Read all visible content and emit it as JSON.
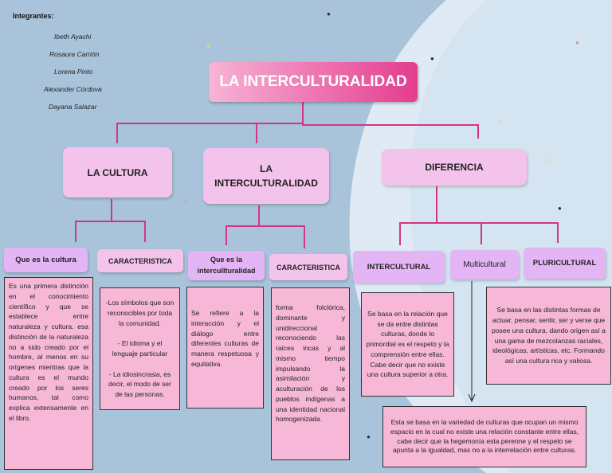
{
  "team": {
    "label": "Integrantes:",
    "members": [
      "Ibeth Ayachi",
      "Rosaura Carrión",
      "Lorena Pinto",
      "Alexander Córdova",
      "Dayana Salazar"
    ]
  },
  "title": "LA INTERCULTURALIDAD",
  "level1": {
    "cultura": "LA CULTURA",
    "interculturalidad": "LA INTERCULTURALIDAD",
    "diferencia": "DIFERENCIA"
  },
  "level2": {
    "que_es_cultura": "Que es la cultura",
    "caracteristica_1": "CARACTERISTICA",
    "que_es_interculturalidad": "Que es la intercullturalidad",
    "caracteristica_2": "CARACTERISTICA",
    "intercultural": "INTERCULTURAL",
    "multicultural": "Multicultural",
    "pluricultural": "PLURICULTURAL"
  },
  "descriptions": {
    "cultura": "Es una primera distinción en el conocimiento científico y que se establece entre naturaleza y cultura. esa distinción de la naturaleza no a sido creado por el hombre, al menos en su orígenes mientras que la cultura es el mundo creado por los seres humanos, tal como explica extensamente en el libro.",
    "caracteristica_1": "-Los símbolos que son reconocibles por toda la comunidad.\n\n- El idioma y el lenguaje particular\n\n- La idiosincrasia, es decir, el modo de ser de las personas.",
    "interculturalidad": "Se refiere a la interacción y el diálogo entre diferentes culturas de manera respetuosa y equitativa.",
    "caracteristica_2": "forma folclórica, dominante y unidireccional reconociendo las raíces incas y al mismo tiempo impulsando la asimilación y aculturación de los pueblos indígenas a una identidad nacional homogenizada.",
    "intercultural": "Se basa en la relación que se da entre distintas culturas, donde lo primordial es el respeto y la comprensión entre ellas. Cabe decir que no existe una cultura superior a otra.",
    "multicultural": "Esta se basa en la variedad de culturas que ocupan un mismo espacio en la cual no existe una relación constante entre ellas, cabe decir que la hegemonía esta perenne y el respeto se apunta a la igualdad, mas no a la interrelación entre culturas.",
    "pluricultural": "Se basa en las distintas formas de actuar, pensar, sentir, ser y verse que posee una cultura, dando origen así a una gama de mezcolanzas raciales, ideológicas, artísticas, etc. Formando así una cultura rica y valiosa."
  },
  "colors": {
    "background_blue": "#a9c3db",
    "wave_light": "#dfeaf5",
    "connector": "#d63384",
    "title_gradient_start": "#f7b4d6",
    "title_gradient_end": "#e43c8e",
    "node_pink": "#f3c3ec",
    "node_violet": "#e3b5f5",
    "description_fill": "#f7b8d8"
  }
}
